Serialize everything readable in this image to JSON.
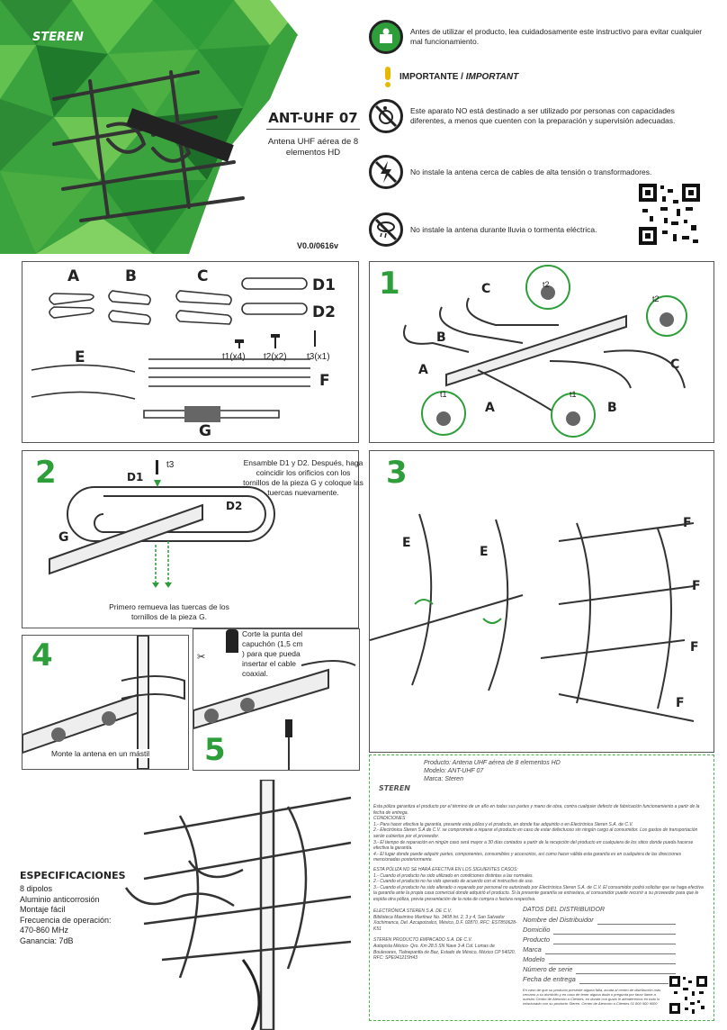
{
  "header": {
    "brand": "STEREN",
    "model": "ANT-UHF 07",
    "subtitle": "Antena UHF aérea de 8 elementos HD",
    "version": "V0.0/0616v"
  },
  "warnings": {
    "intro": "Antes de utilizar el producto, lea cuidadosamente este instructivo para evitar cualquier mal funcionamiento.",
    "important_es": "IMPORTANTE /",
    "important_en": "IMPORTANT",
    "w1": "Este aparato NO está destinado a ser utilizado por personas con capacidades diferentes, a menos que cuenten con la preparación y supervisión adecuadas.",
    "w2": "No instale la antena cerca de cables de alta tensión o transformadores.",
    "w3": "No instale la antena durante lluvia o tormenta eléctrica."
  },
  "parts": {
    "A": "A",
    "B": "B",
    "C": "C",
    "D1": "D1",
    "D2": "D2",
    "E": "E",
    "F": "F",
    "G": "G",
    "t1": "t1(x4)",
    "t2": "t2(x2)",
    "t3": "t3(x1)"
  },
  "steps": {
    "s1": {
      "num": "1",
      "labels": {
        "A1": "A",
        "B1": "B",
        "C1": "C",
        "A2": "A",
        "B2": "B",
        "C2": "C",
        "t2a": "t2",
        "t2b": "t2",
        "t1a": "t1",
        "t1b": "t1"
      }
    },
    "s2": {
      "num": "2",
      "note": "Ensamble D1 y D2. Después, haga coincidir los orificios con los tornillos de la pieza G y coloque las tuercas nuevamente.",
      "bottom": "Primero remueva las tuercas de los tornillos de la pieza G.",
      "t3": "t3",
      "D1": "D1",
      "D2": "D2",
      "G": "G"
    },
    "s3": {
      "num": "3",
      "E1": "E",
      "E2": "E",
      "F1": "F",
      "F2": "F",
      "F3": "F",
      "F4": "F"
    },
    "s4": {
      "num": "4",
      "note": "Monte la antena en un mástil"
    },
    "s5": {
      "num": "5",
      "note": "Corte la punta del capuchón (1,5 cm ) para que pueda insertar el cable coaxial."
    }
  },
  "specs": {
    "title": "ESPECIFICACIONES",
    "lines": [
      "8 dipolos",
      "Aluminio anticorrosión",
      "Montaje fácil",
      "Frecuencia de operación: 470-860 MHz",
      "Ganancia: 7dB"
    ]
  },
  "warranty": {
    "brand": "STEREN",
    "product": "Producto: Antena UHF aérea de 8 elementos HD",
    "model": "Modelo: ANT-UHF 07",
    "mark": "Marca: Steren",
    "body1": "Esta póliza garantiza el producto por el término de un año en todas sus partes y mano de obra, contra cualquier defecto de fabricación funcionamiento a partir de la fecha de entrega.",
    "conditions": "CONDICIONES",
    "c1": "1.- Para hacer efectiva la garantía, presente esta póliza y el producto, en donde fue adquirido o en Electrónica Steren S.A. de C.V.",
    "c2": "2.- Electrónica Steren S.A de C.V. se compromete a reparar el producto en caso de estar defectuoso sin ningún cargo al consumidor. Los gastos de transportación serán cubiertos por el proveedor.",
    "c3": "3.- El tiempo de reparación en ningún caso será mayor a 30 días contados a partir de la recepción del producto en cualquiera de los sitios donde pueda hacerse efectiva la garantía.",
    "c4": "4.- El lugar donde puede adquirir partes, componentes, consumibles y accesorios, así como hacer válida esta garantía es en cualquiera de las direcciones mencionadas posteriormente.",
    "nv_title": "ESTA PÓLIZA NO SE HARÁ EFECTIVA EN LOS SIGUIENTES CASOS:",
    "nv1": "1.- Cuando el producto ha sido utilizado en condiciones distintas a las normales.",
    "nv2": "2.- Cuando el producto no ha sido operado de acuerdo con el instructivo de uso.",
    "nv3": "3.- Cuando el producto ha sido alterado o reparado por personal no autorizado por Electrónica Steren S.A. de C.V. El consumidor podrá solicitar que se haga efectiva la garantía ante la propia casa comercial donde adquirió el producto. Si la presente garantía se extraviara, el consumidor puede recurrir a su proveedor para que le expida otra póliza, previa presentación de la nota de compra o factura respectiva.",
    "addr1_title": "ELECTRÓNICA STEREN S.A. DE C.V.",
    "addr1": "Biblioteca Maximino Martínez No. 3408 Int. 2, 3 y 4, San Salvador Xochimanca, Del. Azcapotzalco, México, D.F. 02870, RFC: EST850628-K51",
    "addr2_title": "STEREN PRODUCTO EMPACADO S.A. DE C.V.",
    "addr2": "Autopista México- Qro. Km 28.5 SN Nave 3-A Col. Lomas de Boulevares, Tlalnepantla de Baz, Estado de México, México CP 54020, RFC: SPE941215H43",
    "distributor": "DATOS DEL DISTRIBUIDOR",
    "fields": [
      "Nombre del Distribuidor",
      "Domicilio",
      "Producto",
      "Marca",
      "Modelo",
      "Número de serie",
      "Fecha de entrega"
    ],
    "footer": "En caso de que su producto presente alguna falla, acuda al centro de distribución más cercano a su domicilio y en caso de tener alguna duda o pregunta por favor llame a nuestro Centro de Atención a Clientes, en donde con gusto le atenderemos en todo lo relacionado con su producto Steren. Centro de Atención a Clientes 01 800 500 9000"
  }
}
